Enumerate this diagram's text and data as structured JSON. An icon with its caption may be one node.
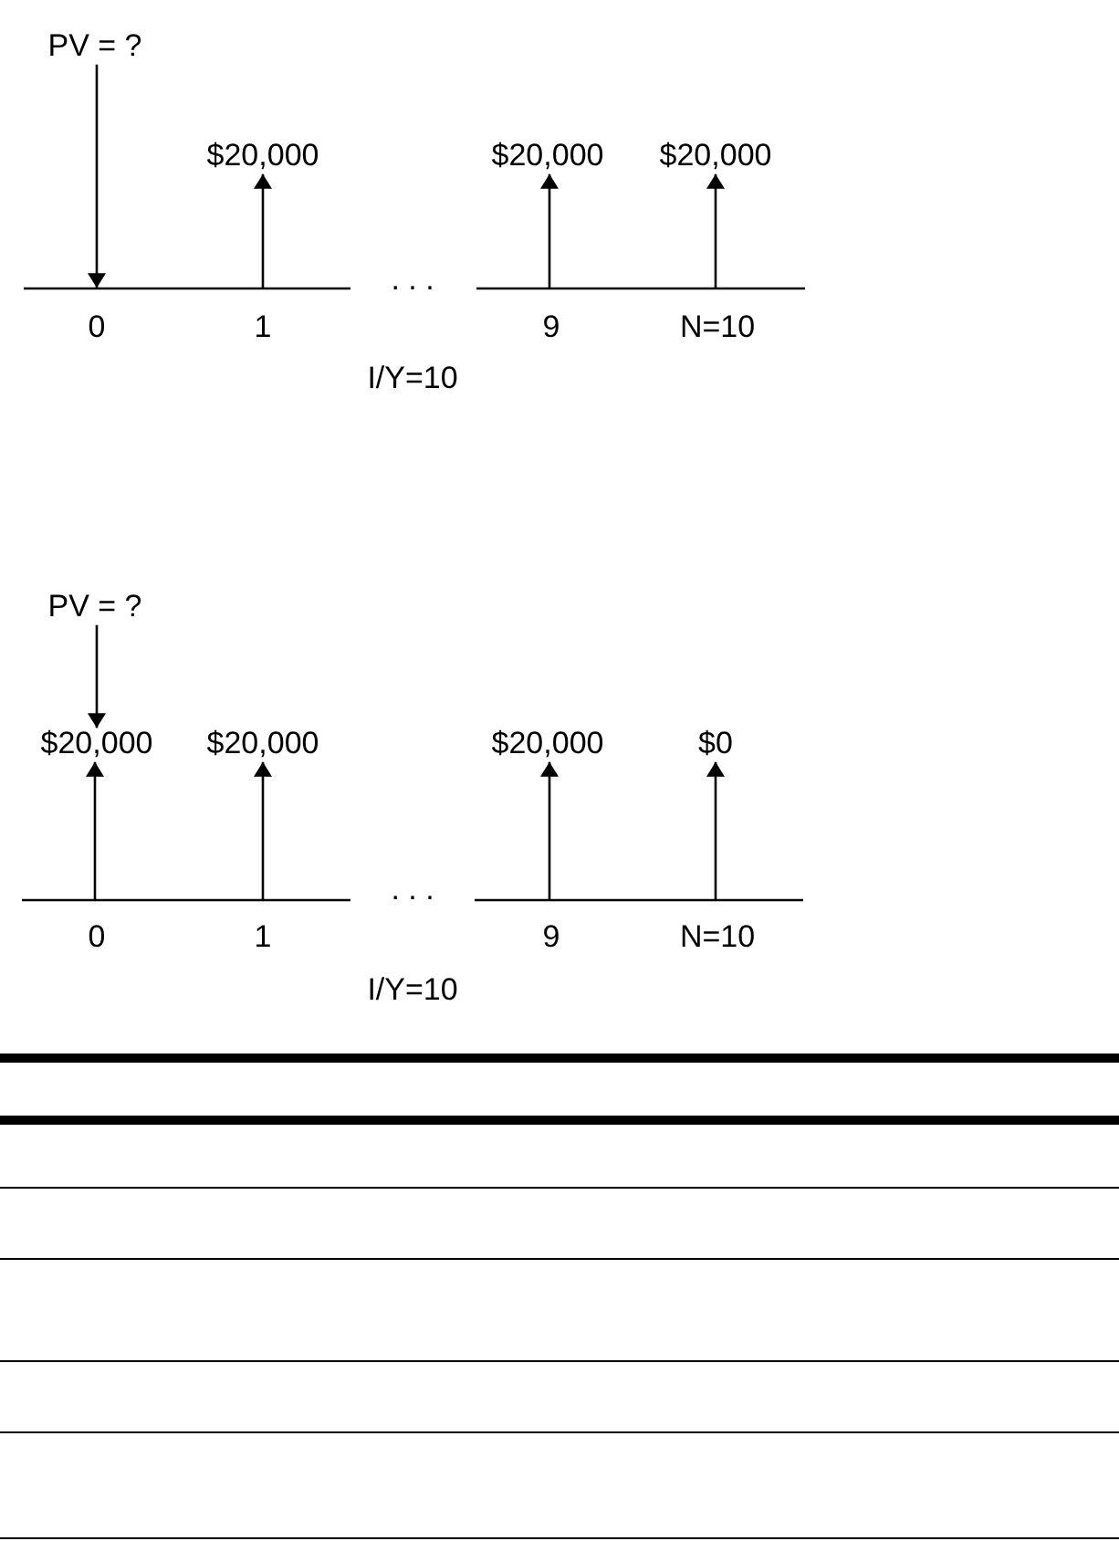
{
  "diagram": {
    "nodes": [
      {
        "text": [
          "PV = ?"
        ]
      },
      {
        "text": [
          "$20,000"
        ]
      },
      {
        "text": [
          "$20,000"
        ]
      },
      {
        "text": [
          "$20,000"
        ]
      },
      {
        "text": [
          "0"
        ]
      },
      {
        "text": [
          "PV = ?"
        ]
      },
      {
        "text": [
          "$20,000"
        ]
      },
      {
        "text": [
          "$20,000"
        ]
      },
      {
        "text": [
          "$20,000"
        ]
      },
      {
        "text": [
          "$0"
        ]
      }
    ],
    "edges": [
      {
        "from": 0,
        "to": 4,
        "arrow": "to"
      },
      {
        "from": null,
        "to": 1,
        "arrow": "to"
      },
      {
        "from": null,
        "to": 2,
        "arrow": "to"
      },
      {
        "from": null,
        "to": 3,
        "arrow": "to"
      },
      {
        "from": 5,
        "to": 6,
        "arrow": "to"
      },
      {
        "from": null,
        "to": 6,
        "arrow": "to"
      },
      {
        "from": null,
        "to": 7,
        "arrow": "to"
      },
      {
        "from": null,
        "to": 8,
        "arrow": "to"
      },
      {
        "from": null,
        "to": 9,
        "arrow": "to"
      }
    ],
    "labels": [
      "1",
      ". . .",
      "9",
      "N=10",
      "I/Y=10",
      "0",
      "1",
      ". . .",
      "9",
      "N=10",
      "I/Y=10"
    ]
  }
}
